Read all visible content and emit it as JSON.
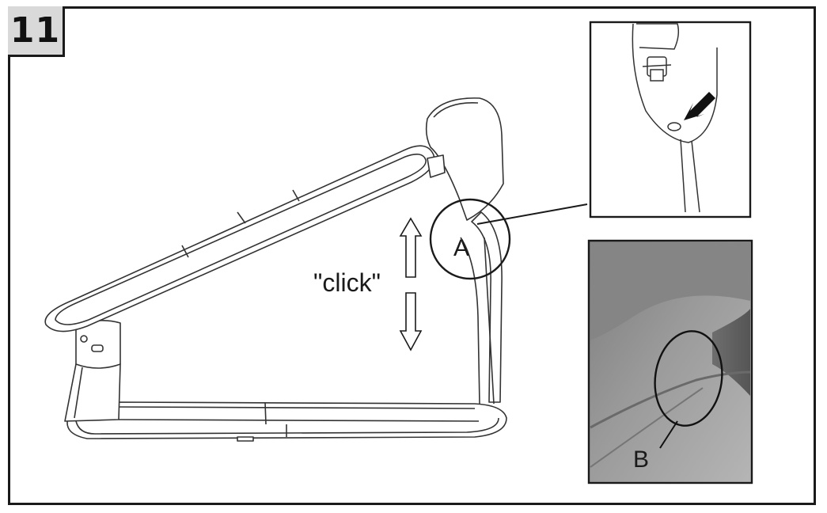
{
  "step": {
    "number": "11"
  },
  "labels": {
    "click": "\"click\"",
    "callout_a": "A",
    "callout_b": "B"
  },
  "icons": [
    "up-arrow-icon",
    "down-arrow-icon",
    "pointer-arrow-icon"
  ],
  "colors": {
    "line": "#1a1a1a",
    "badge": "#d9d9d9",
    "photo": "#8e8e8e"
  }
}
